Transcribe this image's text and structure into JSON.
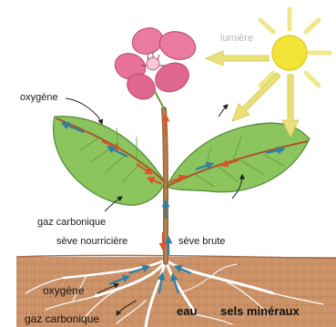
{
  "labels": {
    "lumiere": "lumière",
    "oxygene_top": "oxygène",
    "gaz_carbonique_top": "gaz carbonique",
    "seve_nourriciere": "sève nourricière",
    "seve_brute": "sève brute",
    "oxygene_bottom": "oxygène",
    "gaz_carbonique_bottom": "gaz carbonique",
    "eau": "eau",
    "sels_mineraux": "sels minéraux"
  },
  "colors": {
    "sun": "#f2e436",
    "sun_rays": "#e9e07a",
    "petal": "#e8729a",
    "leaf": "#86c25a",
    "leaf_dark": "#5e9a3c",
    "stem": "#a8552f",
    "soil": "#c98e63",
    "sap_up": "#2f7fa0",
    "sap_down": "#d9542a"
  }
}
